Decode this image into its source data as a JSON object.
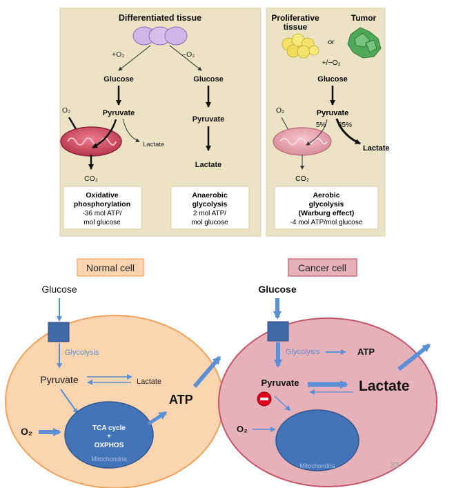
{
  "top_left_panel": {
    "title": "Differentiated tissue",
    "plus_o2": "+O₂",
    "minus_o2": "−O₂",
    "glucose_left": "Glucose",
    "pyruvate_left": "Pyruvate",
    "o2": "O₂",
    "lactate_small": "Lactate",
    "co2": "CO₂",
    "glucose_right": "Glucose",
    "pyruvate_right": "Pyruvate",
    "lactate_right": "Lactate",
    "box1": {
      "line1": "Oxidative",
      "line2": "phosphorylation",
      "line3": "-36 mol ATP/",
      "line4": "mol glucose"
    },
    "box2": {
      "line1": "Anaerobic",
      "line2": "glycolysis",
      "line3": "2 mol ATP/",
      "line4": "mol glucose"
    }
  },
  "top_right_panel": {
    "proliferative": "Proliferative",
    "tissue": "tissue",
    "or": "or",
    "tumor": "Tumor",
    "plusminus_o2": "+/−O₂",
    "glucose": "Glucose",
    "pyruvate": "Pyruvate",
    "o2": "O₂",
    "pct5": "5%",
    "pct85": "85%",
    "lactate": "Lactate",
    "co2": "CO₂",
    "box3": {
      "line1": "Aerobic",
      "line2": "glycolysis",
      "line3": "(Warburg effect)",
      "line4": "-4 mol ATP/mol glucose"
    }
  },
  "normal_cell": {
    "label": "Normal cell",
    "glucose": "Glucose",
    "glycolysis": "Glycolysis",
    "pyruvate": "Pyruvate",
    "lactate": "Lactate",
    "atp": "ATP",
    "o2": "O₂",
    "tca": "TCA cycle",
    "plus": "+",
    "oxphos": "OXPHOS",
    "mitochondria": "Mitochondria"
  },
  "cancer_cell": {
    "label": "Cancer cell",
    "glucose": "Glucose",
    "glycolysis": "Glycolysis",
    "atp": "ATP",
    "pyruvate": "Pyruvate",
    "lactate": "Lactate",
    "o2": "O₂",
    "mitochondria": "Mitochondria"
  },
  "slide_number": "33",
  "colors": {
    "panel_bg": "#ece3c4",
    "arrow_blue": "#5b8fd6",
    "normal_fill": "#fbd5b0",
    "normal_stroke": "#f3a15a",
    "cancer_fill": "#e6b1b8",
    "cancer_stroke": "#c4546a",
    "mito_blue": "#4474b8",
    "box_blue": "#3e6aa8"
  }
}
